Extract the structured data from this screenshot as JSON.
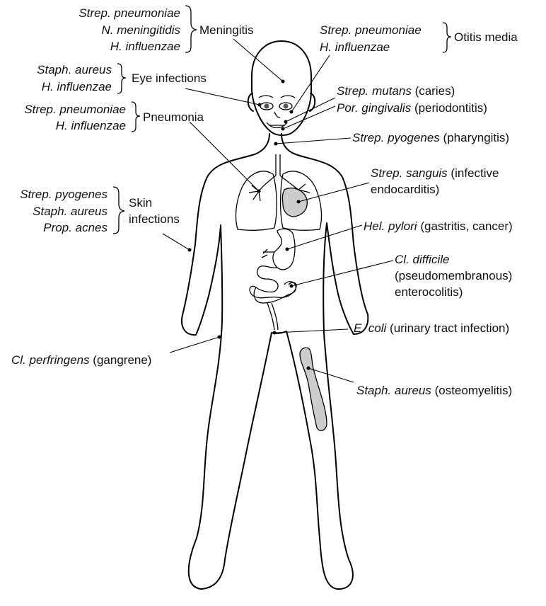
{
  "colors": {
    "line": "#000000",
    "shade": "#cccccc",
    "text": "#111111"
  },
  "groups": {
    "meningitis": {
      "organisms": [
        "Strep. pneumoniae",
        "N. meningitidis",
        "H. influenzae"
      ],
      "disease": "Meningitis"
    },
    "otitis": {
      "organisms": [
        "Strep. pneumoniae",
        "H. influenzae"
      ],
      "disease": "Otitis media"
    },
    "eye": {
      "organisms": [
        "Staph. aureus",
        "H. influenzae"
      ],
      "disease": "Eye infections"
    },
    "pneumonia": {
      "organisms": [
        "Strep. pneumoniae",
        "H. influenzae"
      ],
      "disease": "Pneumonia"
    },
    "skin": {
      "organisms": [
        "Strep. pyogenes",
        "Staph. aureus",
        "Prop. acnes"
      ],
      "disease_lines": [
        "Skin",
        "infections"
      ]
    }
  },
  "labels": {
    "mutans": {
      "organism": "Strep. mutans",
      "disease": "(caries)"
    },
    "gingivalis": {
      "organism": "Por. gingivalis",
      "disease": "(periodontitis)"
    },
    "pyogenes": {
      "organism": "Strep. pyogenes",
      "disease": "(pharyngitis)"
    },
    "sanguis": {
      "organism": "Strep. sanguis",
      "disease": "(infective",
      "disease_cont": "endocarditis)"
    },
    "pylori": {
      "organism": "Hel. pylori",
      "disease": "(gastritis, cancer)"
    },
    "difficile": {
      "organism": "Cl. difficile",
      "disease_lines": [
        "(pseudomembranous)",
        "enterocolitis)"
      ]
    },
    "ecoli": {
      "organism": "E. coli",
      "disease": "(urinary tract infection)"
    },
    "osteo": {
      "organism": "Staph. aureus",
      "disease": "(osteomyelitis)"
    },
    "perfringens": {
      "organism": "Cl. perfringens",
      "disease": "(gangrene)"
    }
  },
  "icons": [
    "human-body-outline",
    "lungs-icon",
    "heart-icon",
    "stomach-icon",
    "intestines-icon",
    "femur-bone-icon"
  ]
}
